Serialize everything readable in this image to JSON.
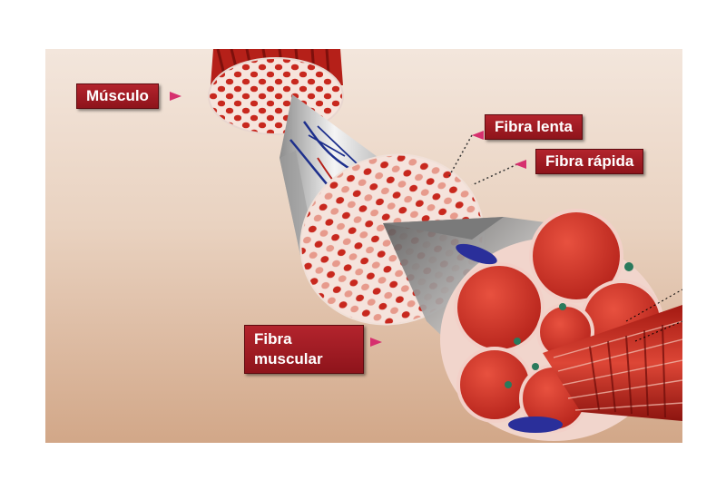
{
  "labels": {
    "musculo": "Músculo",
    "fibra_lenta": "Fibra lenta",
    "fibra_rapida": "Fibra rápida",
    "fibra_muscular_line1": "Fibra",
    "fibra_muscular_line2": "muscular"
  },
  "colors": {
    "label_bg": "#a01c24",
    "pointer": "#d6306e",
    "fiber_red": "#c8281e",
    "fiber_pink": "#e79a8c",
    "nerve_blue": "#1d2f8c",
    "sheath": "#dcdcdc"
  }
}
